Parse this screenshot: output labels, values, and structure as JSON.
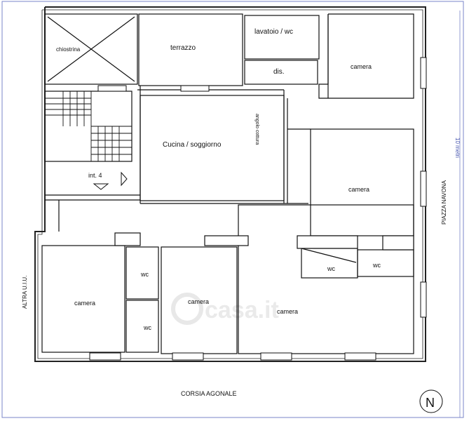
{
  "rooms": {
    "chiostrina": "chiostrina",
    "terrazzo": "terrazzo",
    "lavatoio": "lavatoio / wc",
    "dis": "dis.",
    "camera_ne": "camera",
    "cucina": "Cucina / soggiorno",
    "angolo_cottura": "angolo cottura",
    "camera_e": "camera",
    "int": "int. 4",
    "wc_center": "wc",
    "wc_small": "wc",
    "wc_right": "wc",
    "wc_far_right": "wc",
    "camera_sw": "camera",
    "camera_s": "camera",
    "camera_se": "camera"
  },
  "streets": {
    "left": "ALTRA U.I.U.",
    "bottom": "CORSIA AGONALE",
    "right": "PIAZZA NAVONA"
  },
  "scale_label": "10 metri",
  "compass": "N",
  "watermark": "casa.it",
  "colors": {
    "wall": "#111111",
    "border": "#7a86c8",
    "watermark": "#d9d9d9"
  }
}
